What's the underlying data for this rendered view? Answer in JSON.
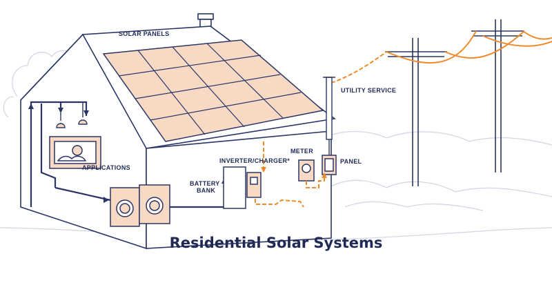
{
  "title": "Residential Solar Systems",
  "labels": {
    "solar_panels": "SOLAR PANELS",
    "utility_service": "UTILITY SERVICE",
    "applications": "APPLICATIONS",
    "inverter_charger": "INVERTER/CHARGER*",
    "meter": "METER",
    "panel": "PANEL",
    "battery_bank_1": "BATTERY",
    "battery_bank_2": "BANK"
  },
  "colors": {
    "line": "#2a3566",
    "panel_fill": "#f7d9c4",
    "orange": "#f08a2a",
    "trees": "#d4d7e3",
    "title": "#1f2a56"
  }
}
